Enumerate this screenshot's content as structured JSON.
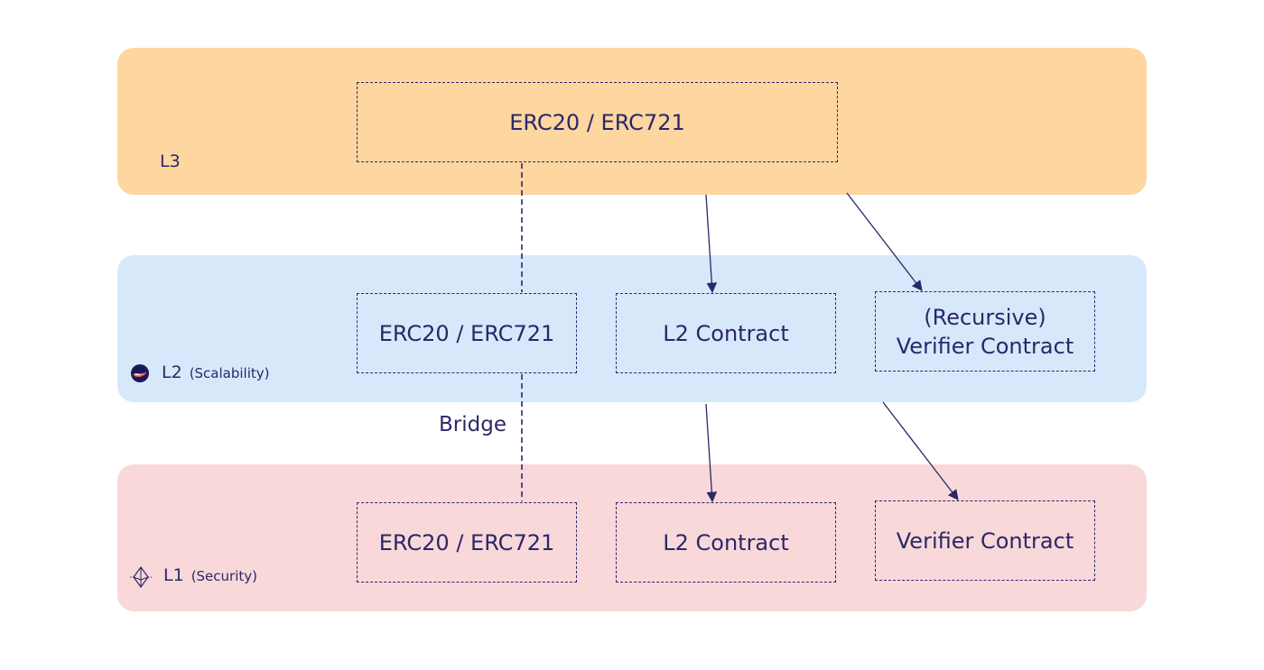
{
  "layers": {
    "l3": {
      "label": "L3",
      "sub": ""
    },
    "l2": {
      "label": "L2",
      "sub": "(Scalability)",
      "icon": "starknet-logo-icon"
    },
    "l1": {
      "label": "L1",
      "sub": "(Security)",
      "icon": "ethereum-diamond-icon"
    }
  },
  "boxes": {
    "l3_token": "ERC20 / ERC721",
    "l2_token": "ERC20 / ERC721",
    "l2_contract": "L2 Contract",
    "l2_verifier_line1": "(Recursive)",
    "l2_verifier_line2": "Verifier Contract",
    "l1_token": "ERC20 / ERC721",
    "l1_contract": "L2 Contract",
    "l1_verifier": "Verifier Contract"
  },
  "bridge_label": "Bridge",
  "colors": {
    "l3_band": "#fdd6a0",
    "l2_band": "#d8e8fb",
    "l1_band": "#f9d8da",
    "ink": "#2a2868"
  }
}
